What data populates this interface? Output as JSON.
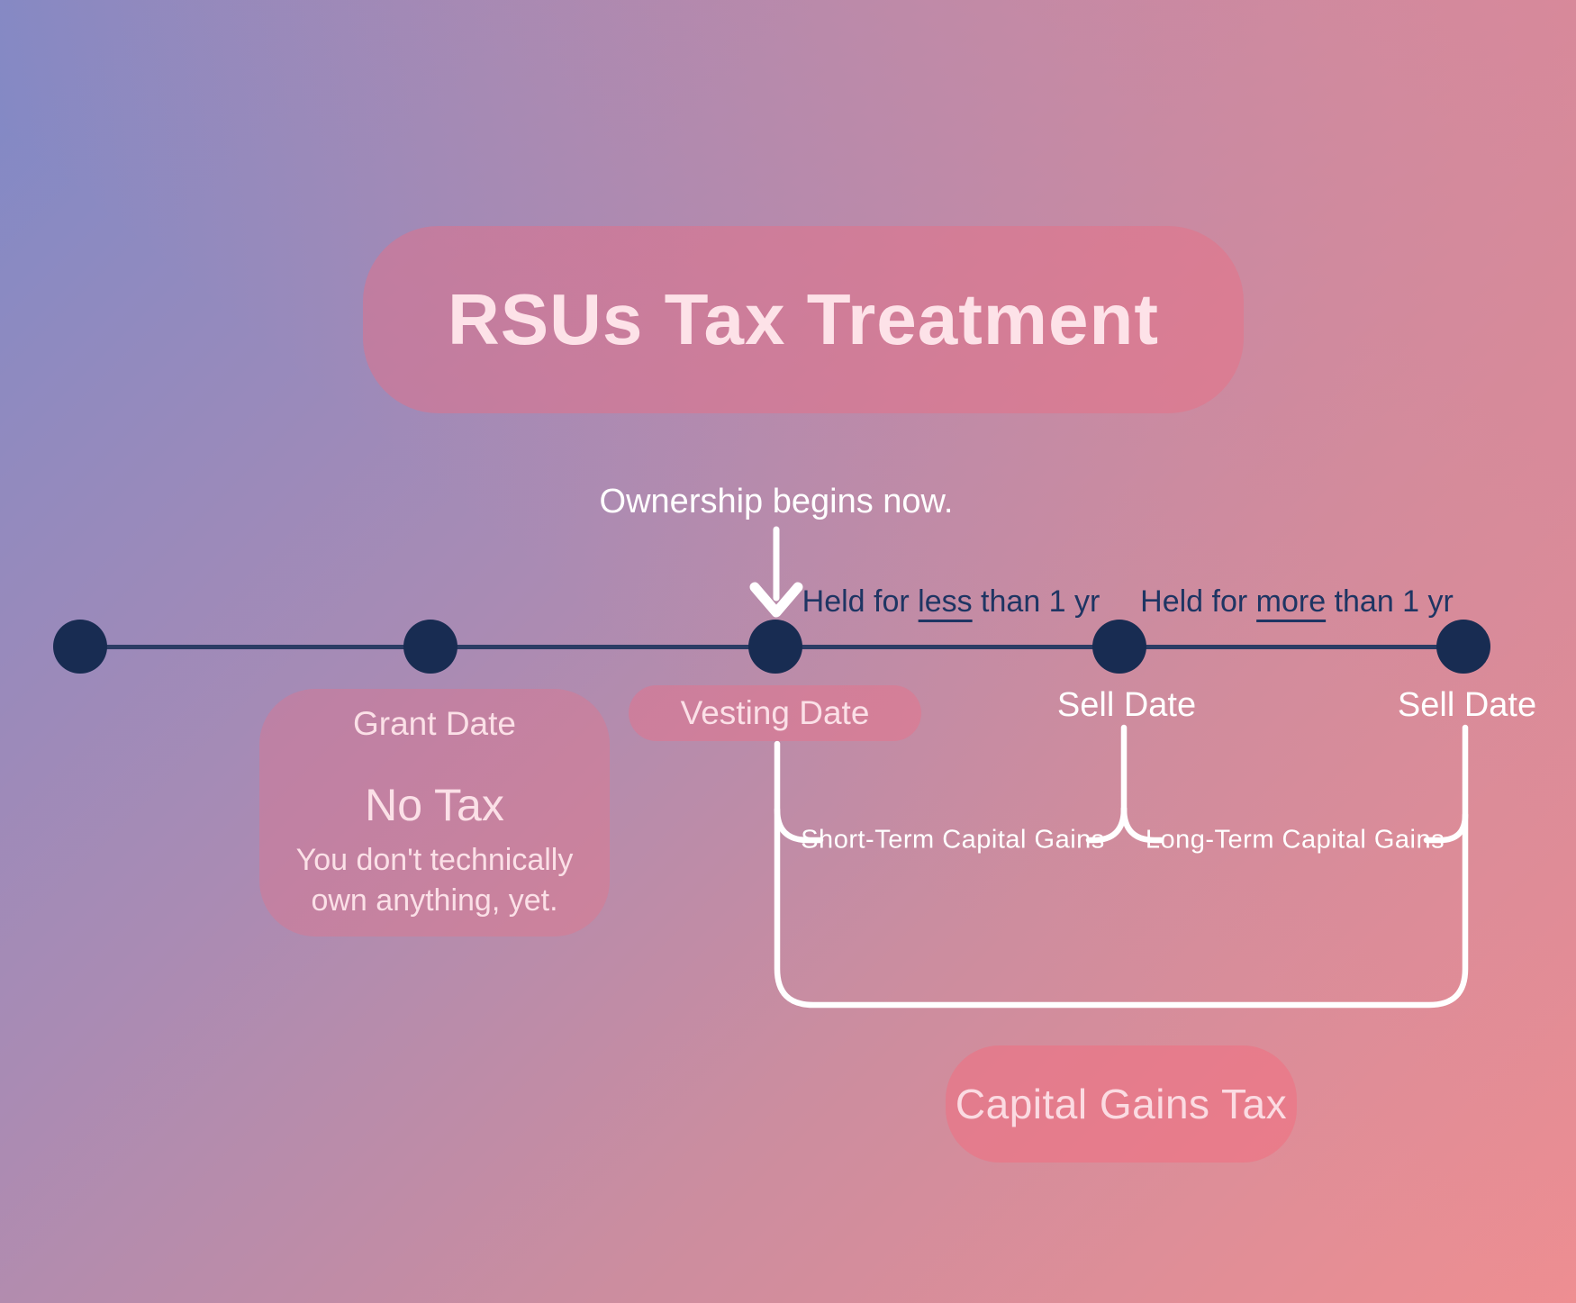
{
  "colors": {
    "background_top_left": "#7f89c7",
    "background_top_right": "#d68f9e",
    "background_bottom_left": "#c48ea4",
    "background_bottom_right": "#ee8e92",
    "navy_dot": "#182c52",
    "navy_line": "#2b3c64",
    "navy_text": "#1e3563",
    "white": "#ffffff",
    "light_pink_text": "#fbe0e7",
    "pink_panel": "rgba(240,110,130,0.42)"
  },
  "title": "RSUs Tax Treatment",
  "ownership_note": "Ownership begins now.",
  "held_labels": {
    "less": {
      "pre": "Held for ",
      "emphasis": "less",
      "post": " than 1 yr"
    },
    "more": {
      "pre": "Held for ",
      "emphasis": "more",
      "post": " than 1 yr"
    }
  },
  "grant": {
    "label": "Grant Date",
    "tax": "No Tax",
    "note_line_1": "You don't technically",
    "note_line_2": "own anything, yet."
  },
  "vesting": {
    "label": "Vesting Date"
  },
  "sell_short": {
    "label": "Sell Date"
  },
  "sell_long": {
    "label": "Sell Date"
  },
  "gains": {
    "short_term": "Short-Term Capital Gains",
    "long_term": "Long-Term Capital Gains",
    "capital_gains_tax": "Capital Gains Tax"
  }
}
